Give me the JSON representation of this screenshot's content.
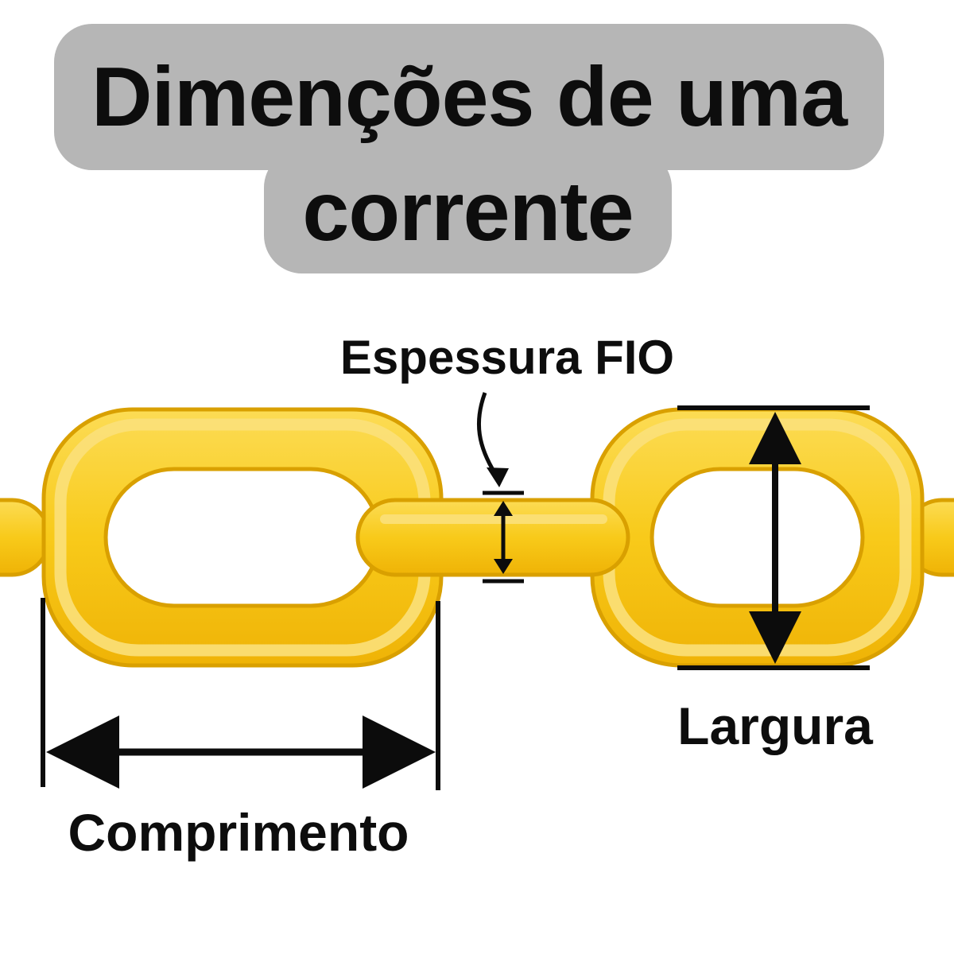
{
  "title": {
    "line1": "Dimenções de uma",
    "line2": "corrente"
  },
  "labels": {
    "espessura": "Espessura FIO",
    "largura": "Largura",
    "comprimento": "Comprimento"
  },
  "colors": {
    "background": "#ffffff",
    "banner_gray": "#b6b6b6",
    "text_black": "#0d0d0d",
    "chain_gold": "#F8CA1A",
    "chain_gold_light": "#FBE07A",
    "chain_gold_dark": "#EFB306",
    "chain_outline": "#D9A000",
    "arrow_black": "#0c0c0c"
  }
}
